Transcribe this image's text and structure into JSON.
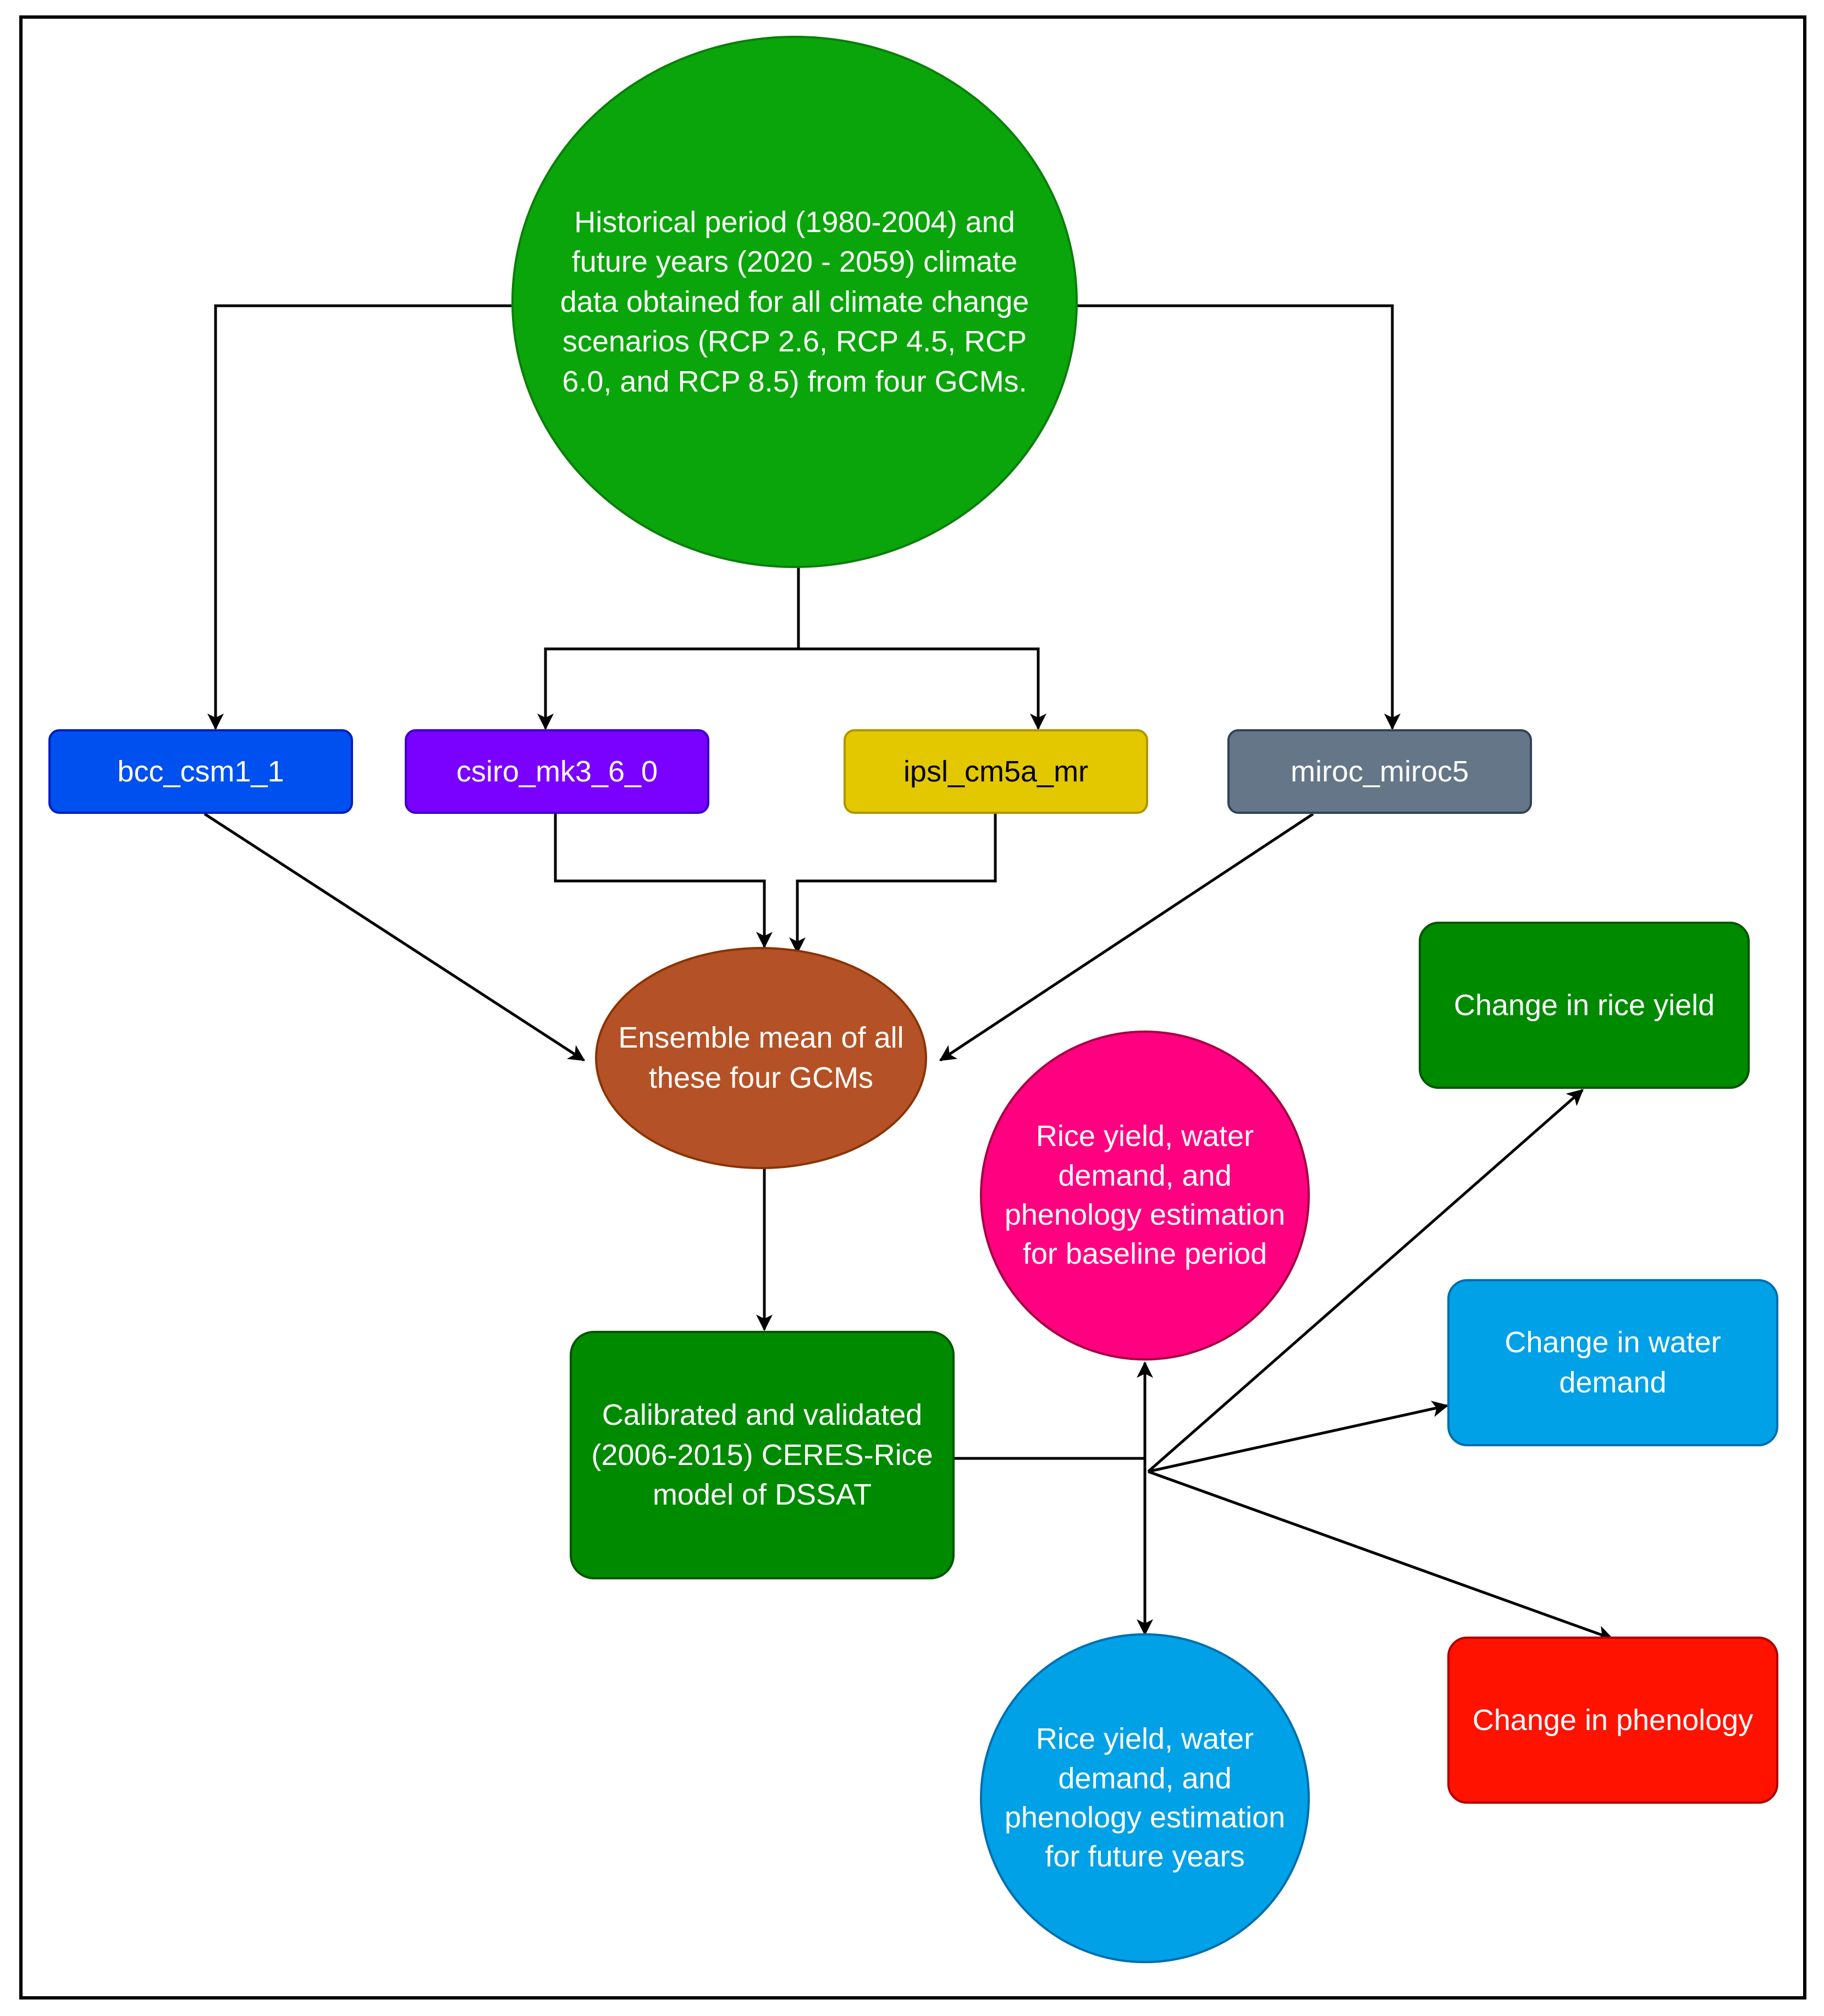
{
  "nodes": {
    "climate_data": {
      "text": "Historical period (1980-2004) and future years (2020 - 2059) climate data obtained for all climate change scenarios (RCP 2.6, RCP 4.5, RCP 6.0, and RCP 8.5) from four GCMs.",
      "fill": "#0aa50a",
      "border": "#0a7f0a"
    },
    "gcm_bcc": {
      "text": "bcc_csm1_1",
      "fill": "#0050ef",
      "border": "#001dbc"
    },
    "gcm_csiro": {
      "text": "csiro_mk3_6_0",
      "fill": "#7a00ff",
      "border": "#3700cc"
    },
    "gcm_ipsl": {
      "text": "ipsl_cm5a_mr",
      "fill": "#e3c800",
      "border": "#b09500",
      "text_color": "#000000"
    },
    "gcm_miroc": {
      "text": "miroc_miroc5",
      "fill": "#647687",
      "border": "#314354"
    },
    "ensemble": {
      "text": "Ensemble mean of all these four GCMs",
      "fill": "#b55126",
      "border": "#8a3300"
    },
    "ceres": {
      "text": "Calibrated and validated (2006-2015) CERES-Rice model of DSSAT",
      "fill": "#008a00",
      "border": "#005700"
    },
    "baseline": {
      "text": "Rice yield, water demand, and phenology estimation for baseline period",
      "fill": "#ff0080",
      "border": "#a50040"
    },
    "future": {
      "text": "Rice yield, water demand, and phenology estimation for future years",
      "fill": "#00a1e6",
      "border": "#006eaf"
    },
    "change_yield": {
      "text": "Change in rice yield",
      "fill": "#008a00",
      "border": "#005700"
    },
    "change_water": {
      "text": "Change in water demand",
      "fill": "#00a1e6",
      "border": "#006eaf"
    },
    "change_phenology": {
      "text": "Change in phenology",
      "fill": "#ff1200",
      "border": "#b20000"
    }
  }
}
